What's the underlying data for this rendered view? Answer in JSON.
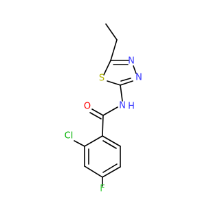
{
  "molecule": {
    "colors": {
      "bond": "#000000",
      "N": "#3333ff",
      "O": "#ff0000",
      "S": "#b2b200",
      "Cl": "#00b200",
      "F": "#33cc33"
    },
    "labels": {
      "S": "S",
      "N_ring_upper": "N",
      "N_ring_lower": "N",
      "N_amide": "N",
      "H_amide": "H",
      "O": "O",
      "Cl": "Cl",
      "F": "F"
    }
  }
}
